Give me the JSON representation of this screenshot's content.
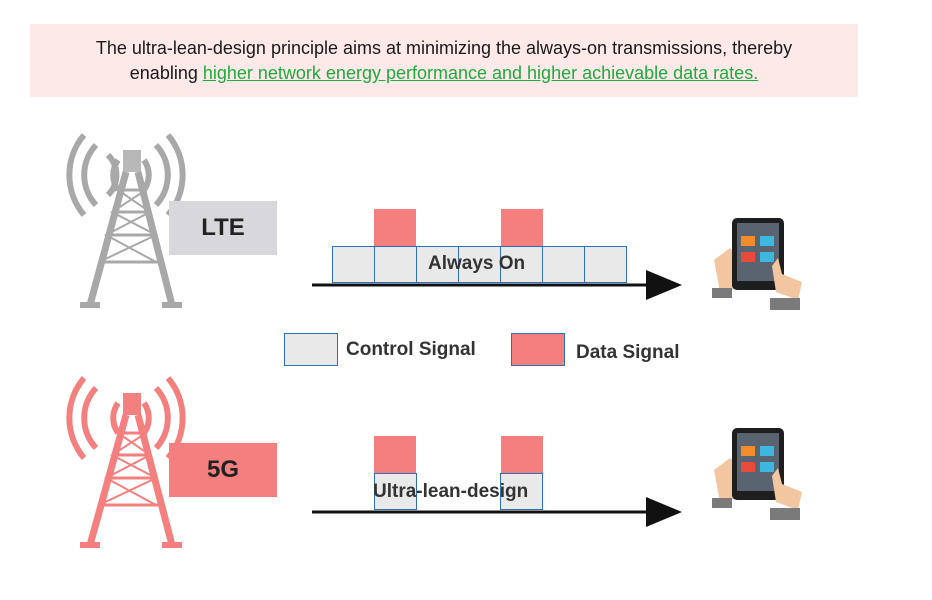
{
  "banner": {
    "line1": "The ultra-lean-design principle aims at minimizing the always-on transmissions, thereby",
    "line2_prefix": "enabling ",
    "line2_highlight": "higher network energy performance and higher achievable data rates."
  },
  "lte": {
    "label": "LTE",
    "overlay": "Always On"
  },
  "fiveg": {
    "label": "5G",
    "overlay": "Ultra-lean-design"
  },
  "legend": {
    "control": "Control Signal",
    "data": "Data Signal"
  },
  "colors": {
    "control_fill": "#e9e9e9",
    "control_border": "#2e6fb5",
    "data_fill": "#f47f7f",
    "banner_bg": "#fde9e8",
    "highlight": "#1faa3f",
    "lte_tower": "#a8a8a8",
    "fiveg_tower": "#f47f7f"
  }
}
